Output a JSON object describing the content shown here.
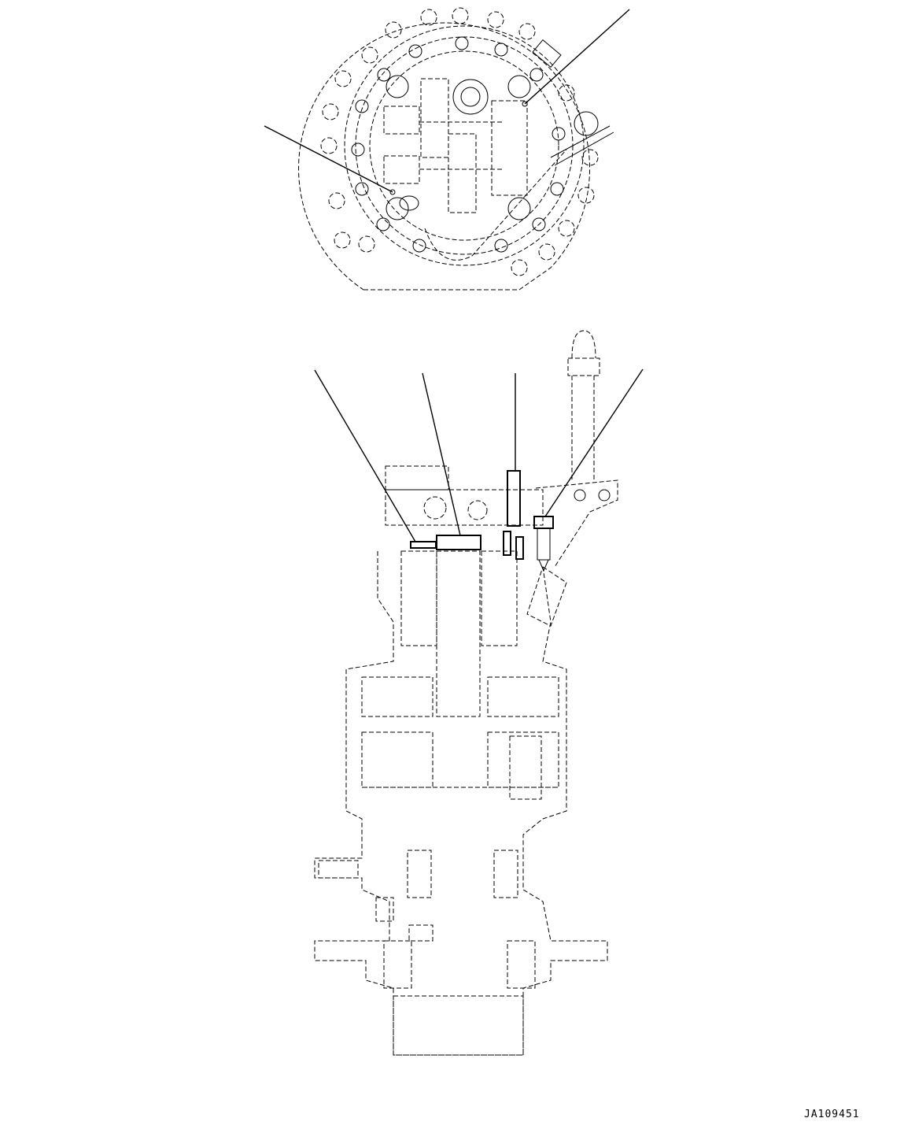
{
  "drawing": {
    "id_label": "JA109451",
    "views": [
      {
        "name": "top-view",
        "description": "Circular end view of travel motor with bolt pattern"
      },
      {
        "name": "side-section-view",
        "description": "Sectional view of travel motor assembly"
      }
    ],
    "leader_lines_count": 6,
    "line_color": "#000000",
    "background": "#ffffff"
  }
}
